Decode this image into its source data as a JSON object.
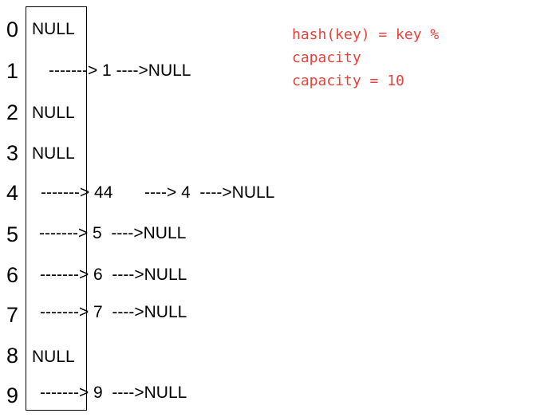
{
  "indices": [
    "0",
    "1",
    "2",
    "3",
    "4",
    "5",
    "6",
    "7",
    "8",
    "9"
  ],
  "slots": {
    "s0": "NULL",
    "s2": "NULL",
    "s3": "NULL",
    "s8": "NULL"
  },
  "chains": {
    "c1": "-------> 1 ---->NULL",
    "c4a": "-------> 44",
    "c4b": "----> 4  ---->NULL",
    "c5": "-------> 5  ---->NULL",
    "c6": "-------> 6  ---->NULL",
    "c7": "-------> 7  ---->NULL",
    "c9": "-------> 9  ---->NULL"
  },
  "note": {
    "line1": "hash(key) = key %",
    "line2": "capacity",
    "line3": "capacity = 10"
  },
  "colors": {
    "note": "#e8423a"
  }
}
